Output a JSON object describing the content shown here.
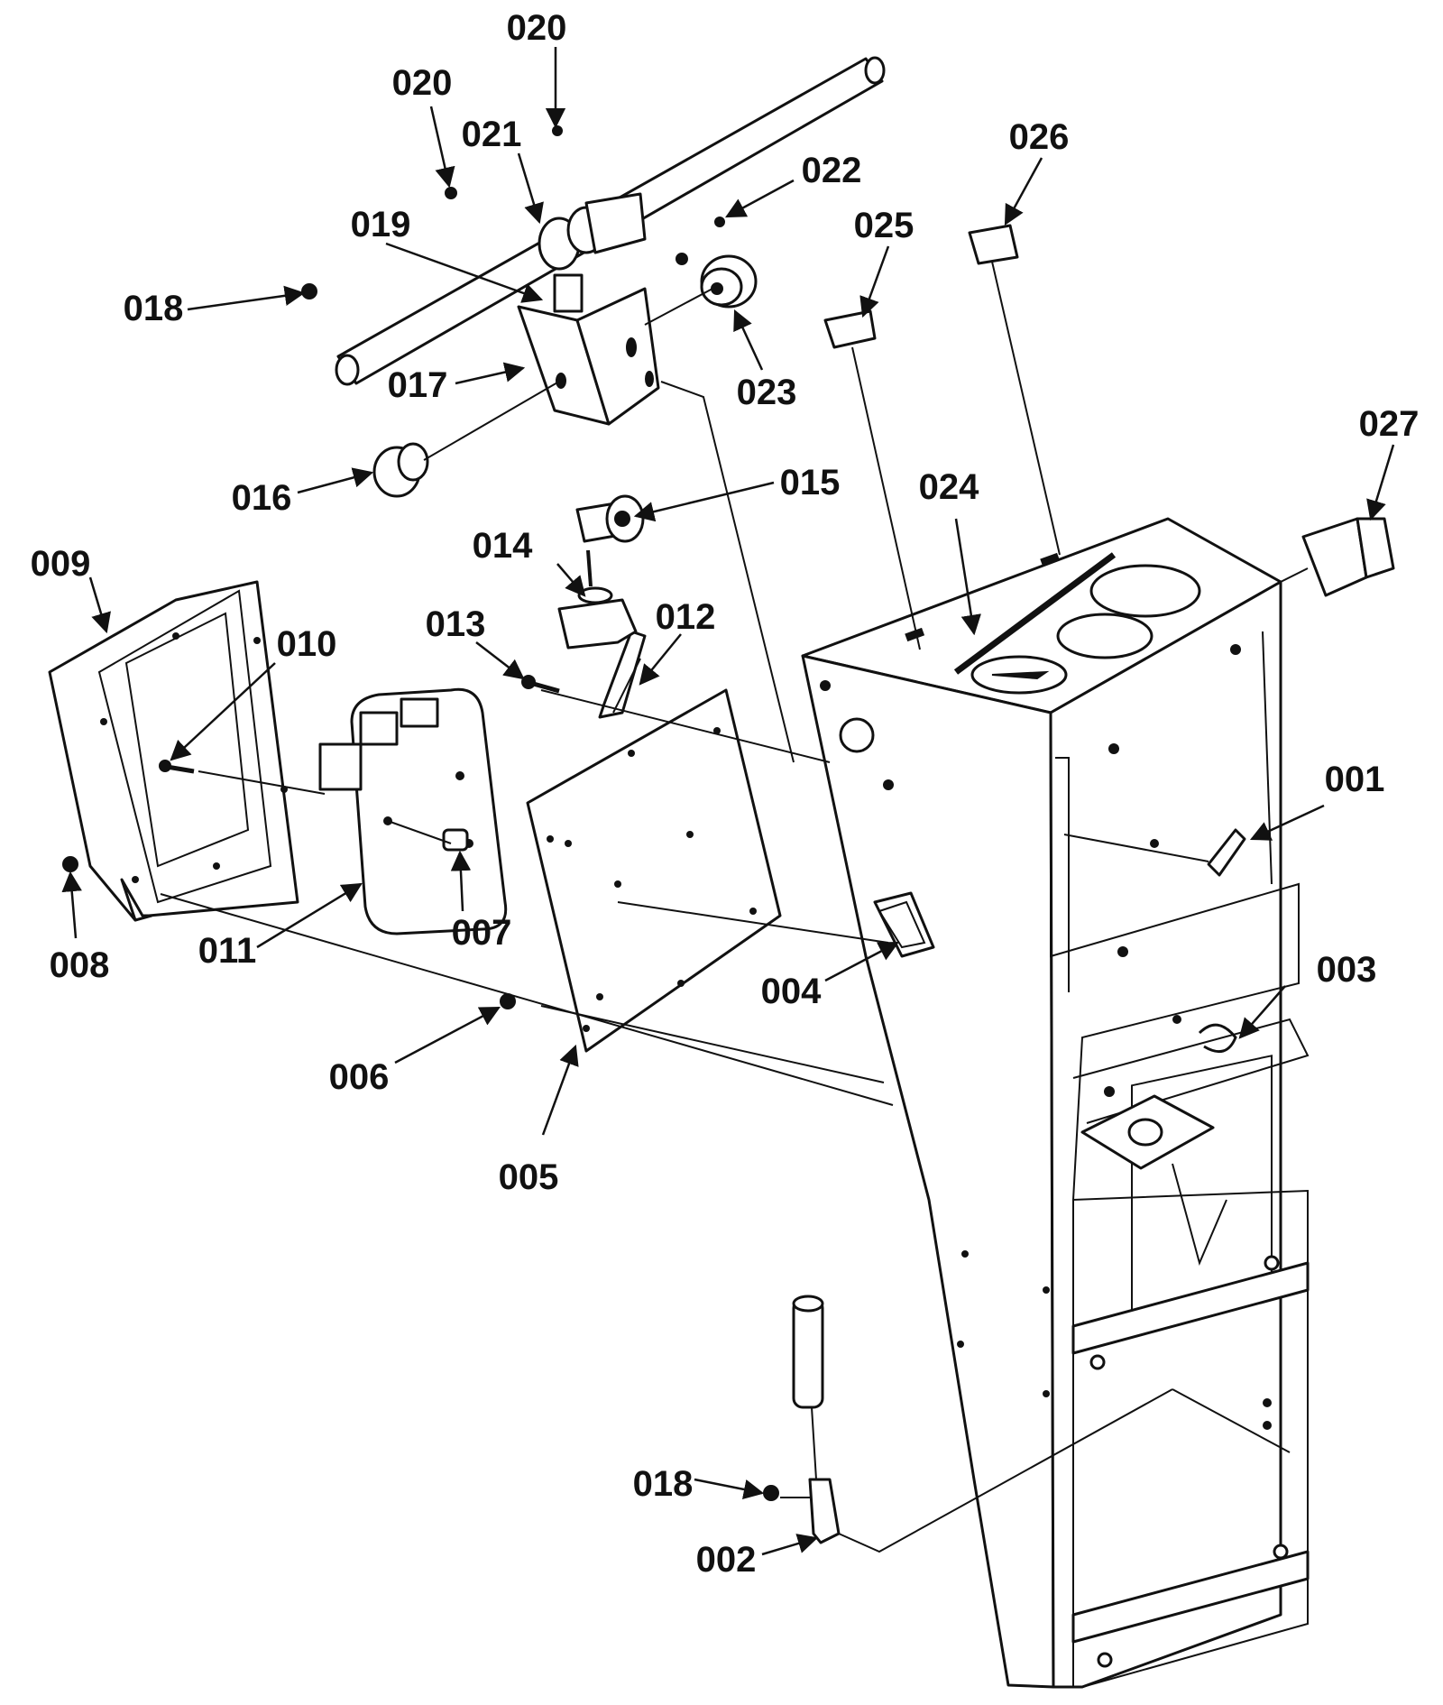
{
  "colors": {
    "ink": "#111111",
    "background": "#ffffff"
  },
  "callouts": {
    "p001": "001",
    "p002": "002",
    "p003": "003",
    "p004": "004",
    "p005": "005",
    "p006": "006",
    "p007": "007",
    "p008": "008",
    "p009": "009",
    "p010": "010",
    "p011": "011",
    "p012": "012",
    "p013": "013",
    "p014": "014",
    "p015": "015",
    "p016": "016",
    "p017": "017",
    "p018a": "018",
    "p018b": "018",
    "p019": "019",
    "p020a": "020",
    "p020b": "020",
    "p021": "021",
    "p022": "022",
    "p023": "023",
    "p024": "024",
    "p025": "025",
    "p026": "026",
    "p027": "027"
  }
}
